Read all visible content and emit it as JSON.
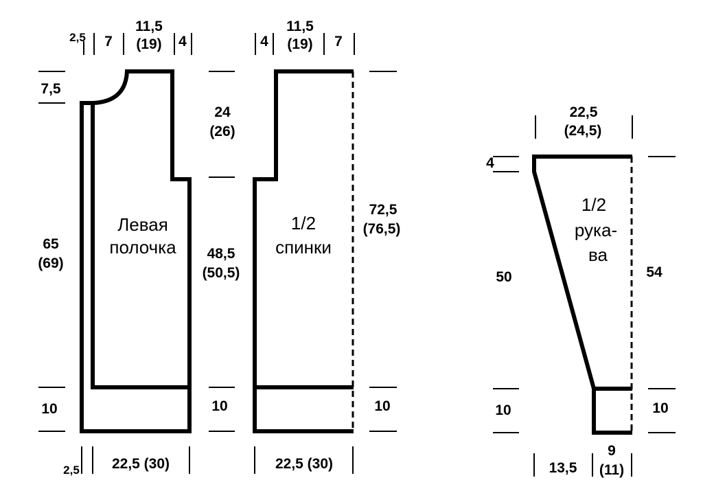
{
  "pieces": {
    "front": {
      "name_line1": "Левая",
      "name_line2": "полочка"
    },
    "back": {
      "name_line1": "1/2",
      "name_line2": "спинки"
    },
    "sleeve": {
      "name_line1": "1/2",
      "name_line2": "рука-",
      "name_line3": "ва"
    }
  },
  "front_dims": {
    "top_placket": "2,5",
    "top_neck": "7",
    "top_shoulder_1": "11,5",
    "top_shoulder_2": "(19)",
    "top_edge": "4",
    "neck_depth": "7,5",
    "total_height_1": "65",
    "total_height_2": "(69)",
    "rib_height": "10",
    "bottom_placket": "2,5",
    "bottom_width": "22,5 (30)"
  },
  "middle_dims": {
    "armhole_1": "24",
    "armhole_2": "(26)",
    "side_1": "48,5",
    "side_2": "(50,5)",
    "rib": "10"
  },
  "back_dims": {
    "top_edge": "4",
    "top_shoulder_1": "11,5",
    "top_shoulder_2": "(19)",
    "top_neck": "7",
    "total_height_1": "72,5",
    "total_height_2": "(76,5)",
    "rib": "10",
    "bottom_width": "22,5 (30)"
  },
  "sleeve_dims": {
    "top_width_1": "22,5",
    "top_width_2": "(24,5)",
    "cap": "4",
    "slope_height": "50",
    "total_height": "54",
    "rib_left": "10",
    "rib_right": "10",
    "bottom_left": "13,5",
    "bottom_right_1": "9",
    "bottom_right_2": "(11)"
  }
}
